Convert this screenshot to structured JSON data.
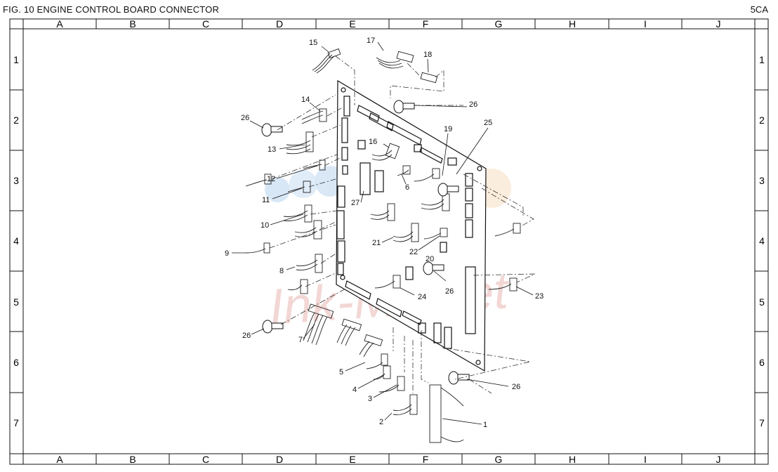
{
  "figure": {
    "title": "FIG. 10  ENGINE CONTROL BOARD CONNECTOR",
    "page_code": "5CA",
    "column_labels": [
      "A",
      "B",
      "C",
      "D",
      "E",
      "F",
      "G",
      "H",
      "I",
      "J"
    ],
    "row_labels": [
      "1",
      "2",
      "3",
      "4",
      "5",
      "6",
      "7"
    ],
    "watermark": "Ink-Market"
  },
  "callouts": [
    {
      "num": "15"
    },
    {
      "num": "17"
    },
    {
      "num": "18"
    },
    {
      "num": "14"
    },
    {
      "num": "26"
    },
    {
      "num": "26"
    },
    {
      "num": "13"
    },
    {
      "num": "16"
    },
    {
      "num": "19"
    },
    {
      "num": "25"
    },
    {
      "num": "12"
    },
    {
      "num": "6"
    },
    {
      "num": "11"
    },
    {
      "num": "27"
    },
    {
      "num": "10"
    },
    {
      "num": "21"
    },
    {
      "num": "22"
    },
    {
      "num": "9"
    },
    {
      "num": "20"
    },
    {
      "num": "8"
    },
    {
      "num": "26"
    },
    {
      "num": "24"
    },
    {
      "num": "23"
    },
    {
      "num": "26"
    },
    {
      "num": "7"
    },
    {
      "num": "5"
    },
    {
      "num": "4"
    },
    {
      "num": "3"
    },
    {
      "num": "26"
    },
    {
      "num": "2"
    },
    {
      "num": "1"
    }
  ]
}
